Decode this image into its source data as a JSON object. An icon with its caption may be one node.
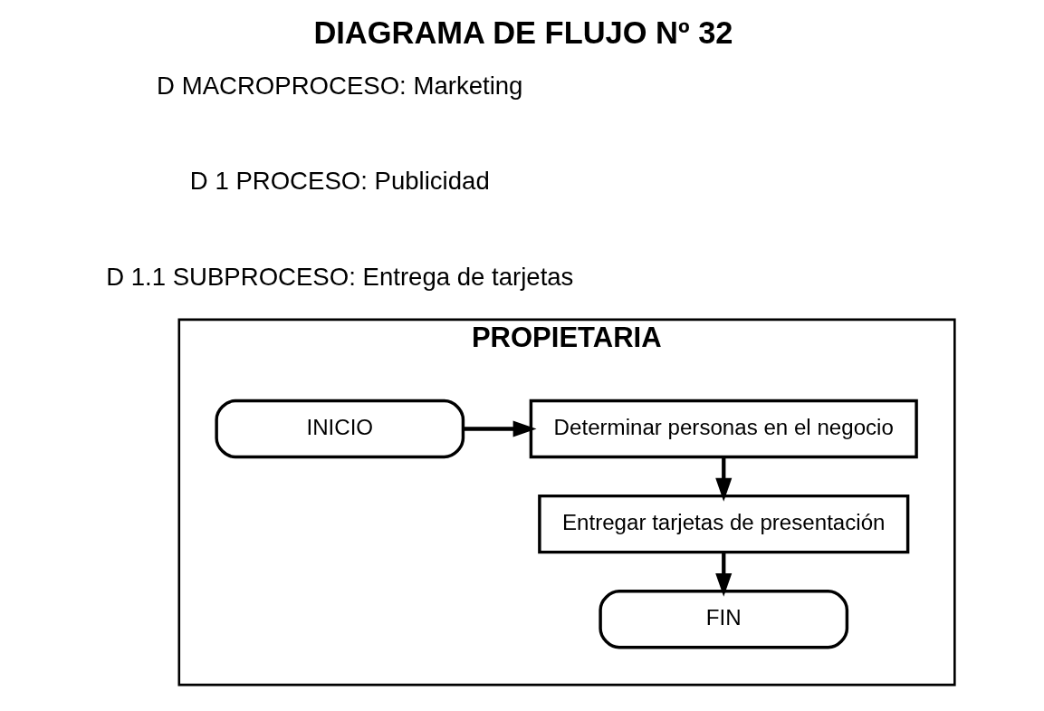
{
  "diagram": {
    "title": "DIAGRAMA DE FLUJO Nº 32",
    "nodes": [
      {
        "text": [
          "PROPIETARIA"
        ]
      },
      {
        "text": [
          "INICIO"
        ],
        "in": 0
      },
      {
        "text": [
          "Determinar personas en el negocio"
        ],
        "in": 0
      },
      {
        "text": [
          "Entregar tarjetas de presentación"
        ],
        "in": 0
      },
      {
        "text": [
          "FIN"
        ],
        "in": 0
      }
    ],
    "edges": [
      {
        "from": 1,
        "to": 2,
        "arrow": "to"
      },
      {
        "from": 2,
        "to": 3,
        "arrow": "to"
      },
      {
        "from": 3,
        "to": 4,
        "arrow": "to"
      }
    ],
    "labels": [
      "D MACROPROCESO: Marketing",
      "D 1 PROCESO: Publicidad",
      "D 1.1 SUBPROCESO: Entrega de tarjetas"
    ]
  }
}
